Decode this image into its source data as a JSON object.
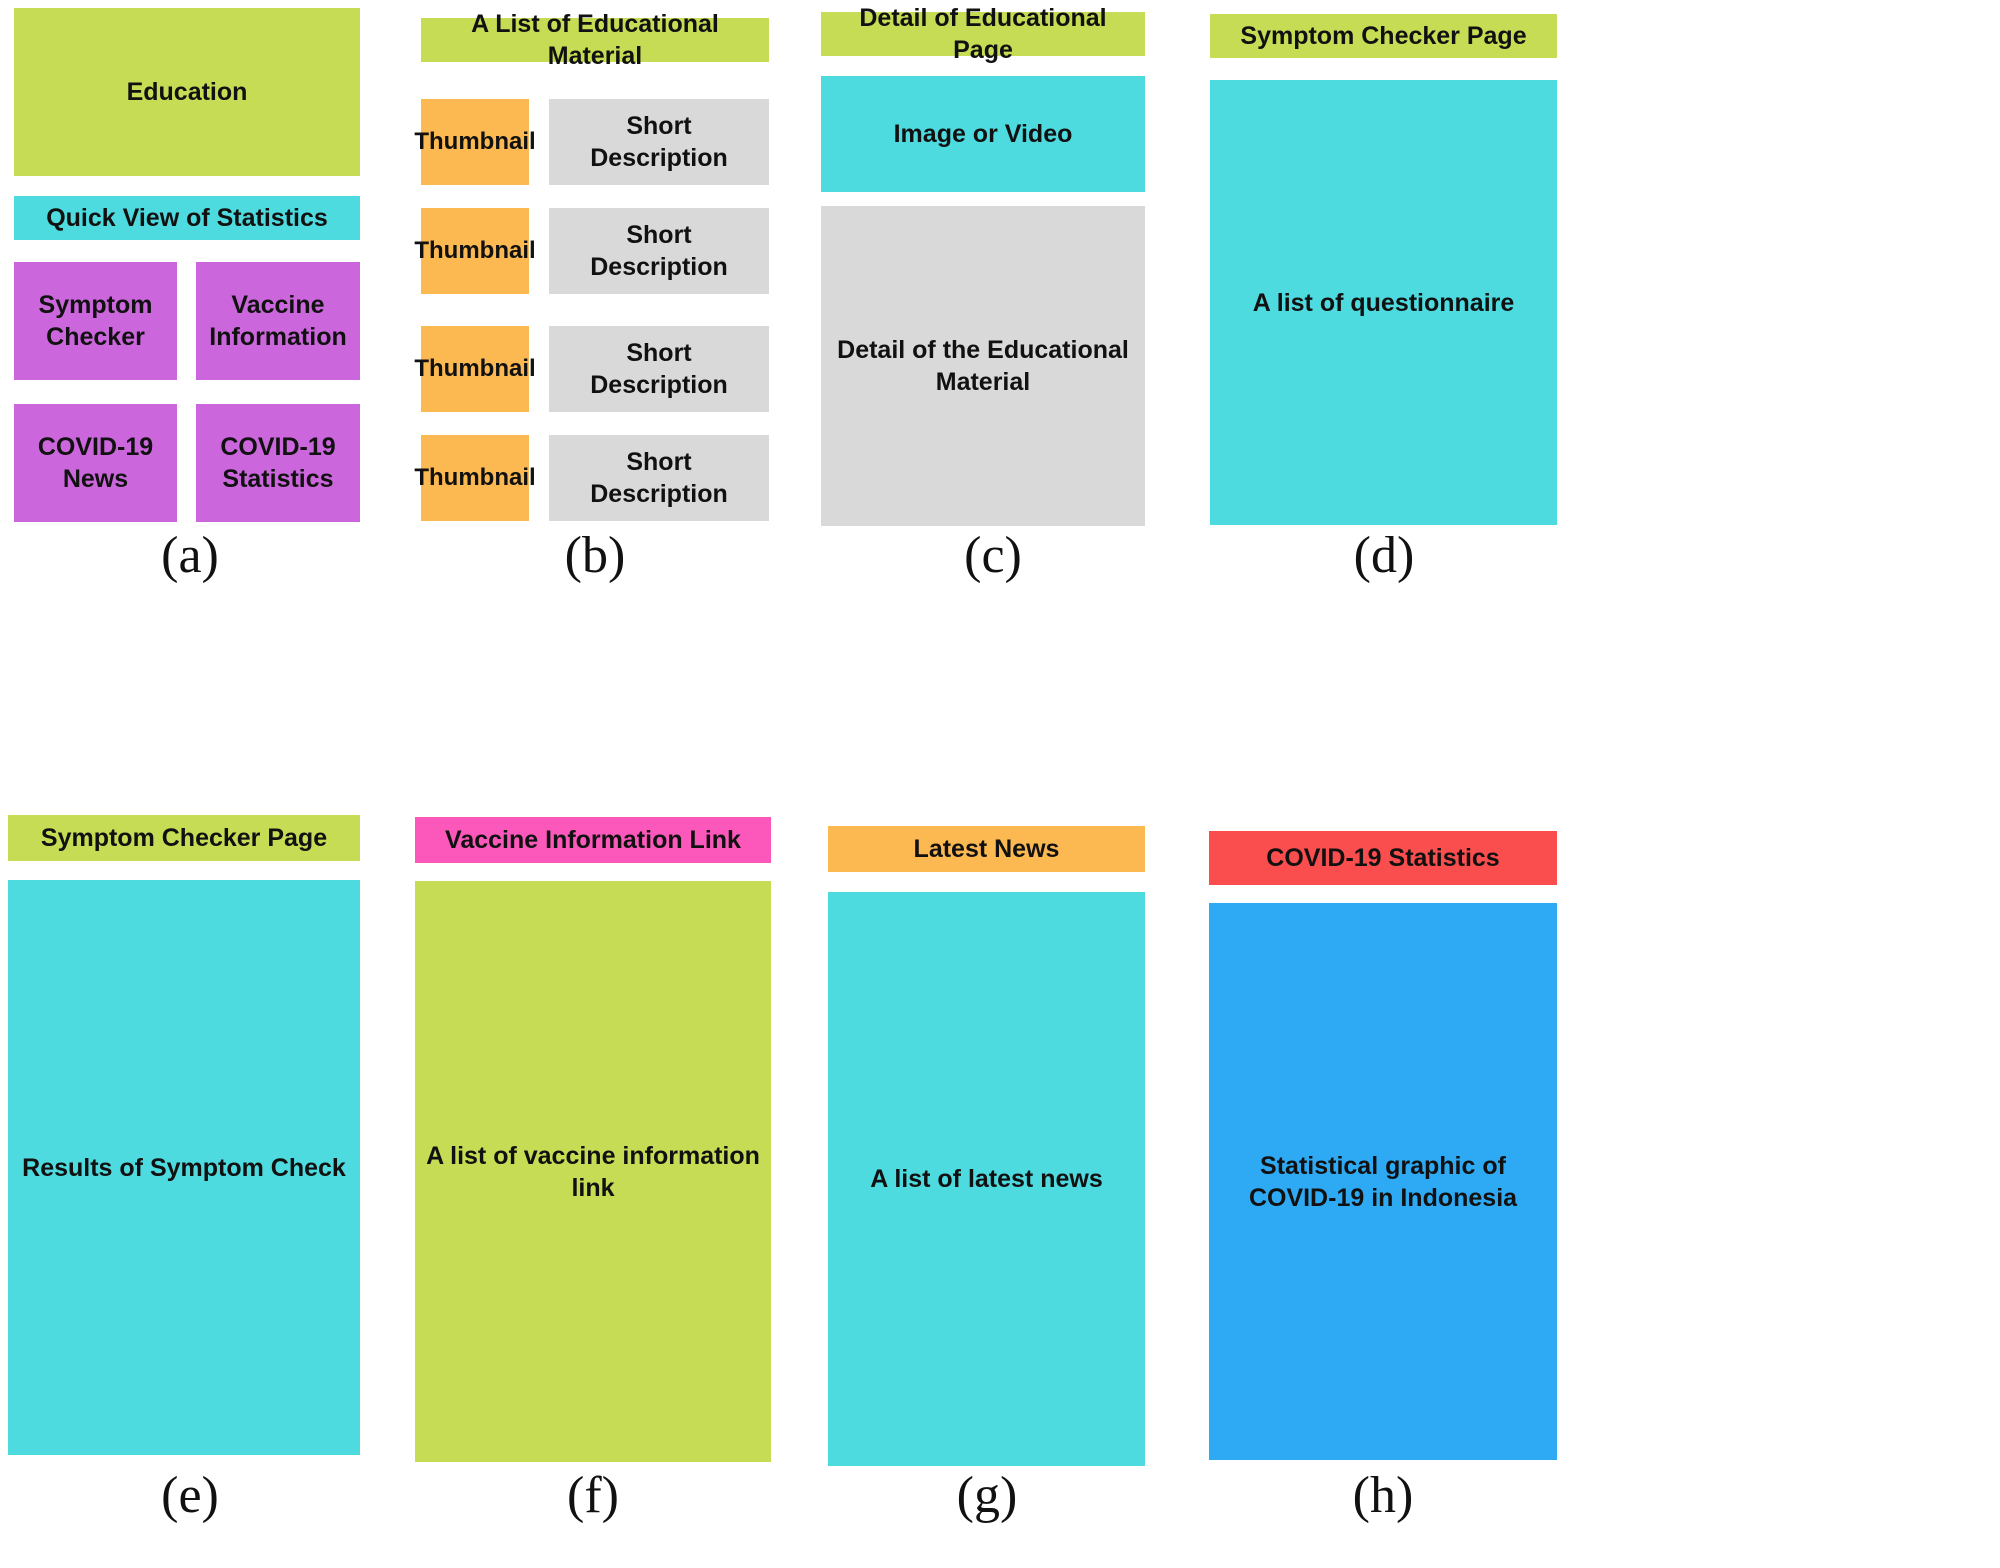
{
  "figure": {
    "title": "COVID-19 mobile application wireframe mockups",
    "panel_captions": [
      "(a)",
      "(b)",
      "(c)",
      "(d)",
      "(e)",
      "(f)",
      "(g)",
      "(h)"
    ]
  },
  "colors": {
    "green": "#c6dc54",
    "cyan": "#4edbe0",
    "purple": "#cc66dd",
    "orange": "#fcb952",
    "gray": "#d9d9d9",
    "pink": "#fc57bb",
    "red": "#fa4d4d",
    "blue": "#2eaaf5",
    "background": "#ffffff",
    "text": "#111111"
  },
  "panels": {
    "a": {
      "caption": "(a)",
      "hero_label": "Education",
      "section_label": "Quick View of Statistics",
      "tiles": [
        {
          "label": "Symptom Checker"
        },
        {
          "label": "Vaccine Information"
        },
        {
          "label": "COVID-19 News"
        },
        {
          "label": "COVID-19 Statistics"
        }
      ]
    },
    "b": {
      "caption": "(b)",
      "header": "A List of Educational Material",
      "rows": [
        {
          "thumbnail": "Thumbnail",
          "description": "Short Description"
        },
        {
          "thumbnail": "Thumbnail",
          "description": "Short Description"
        },
        {
          "thumbnail": "Thumbnail",
          "description": "Short Description"
        },
        {
          "thumbnail": "Thumbnail",
          "description": "Short Description"
        }
      ]
    },
    "c": {
      "caption": "(c)",
      "header": "Detail of Educational Page",
      "media_label": "Image or Video",
      "body_label": "Detail of the Educational Material"
    },
    "d": {
      "caption": "(d)",
      "header": "Symptom Checker Page",
      "body_label": "A list of questionnaire"
    },
    "e": {
      "caption": "(e)",
      "header": "Symptom Checker Page",
      "body_label": "Results of Symptom Check"
    },
    "f": {
      "caption": "(f)",
      "header": "Vaccine Information Link",
      "body_label": "A list of vaccine information link"
    },
    "g": {
      "caption": "(g)",
      "header": "Latest News",
      "body_label": "A list of latest news"
    },
    "h": {
      "caption": "(h)",
      "header": "COVID-19 Statistics",
      "body_label": "Statistical graphic of COVID-19 in Indonesia"
    }
  }
}
